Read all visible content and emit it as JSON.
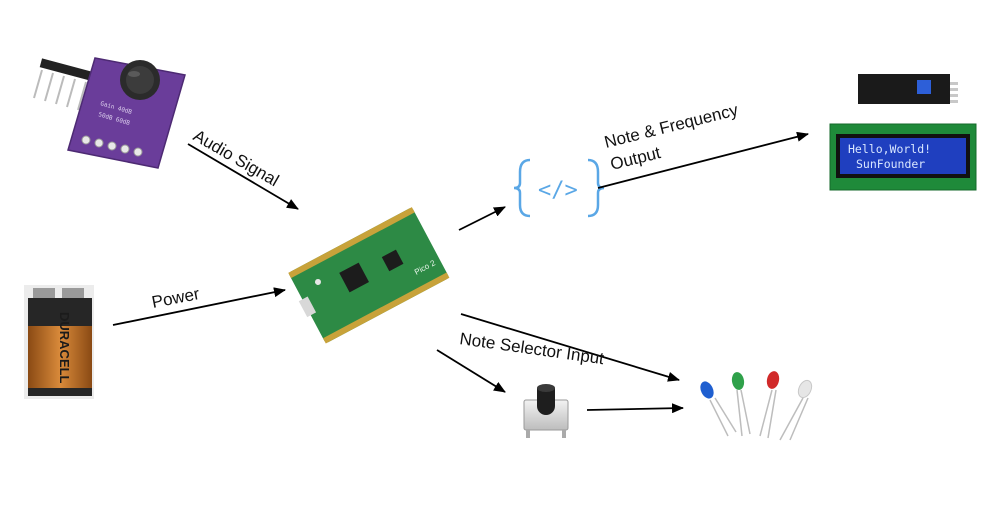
{
  "labels": {
    "audio_signal": "Audio Signal",
    "power": "Power",
    "note_output_line1": "Note & Frequency",
    "note_output_line2": "Output",
    "note_selector": "Note Selector Input"
  },
  "lcd": {
    "line1": "Hello,World!",
    "line2": "SunFounder"
  },
  "battery": {
    "brand": "DURACELL"
  },
  "pico": {
    "label": "Pico 2"
  },
  "code_block": {
    "glyph": "</>"
  },
  "colors": {
    "arrow": "#000000",
    "pico_board": "#2d8a45",
    "mic_board": "#6a3d9a",
    "lcd_board": "#1f8a3a",
    "lcd_screen": "#1f3fbf",
    "code_icon": "#5aa7e6",
    "battery_copper": "#b5651d"
  },
  "leds": [
    "blue",
    "green",
    "red",
    "white"
  ]
}
